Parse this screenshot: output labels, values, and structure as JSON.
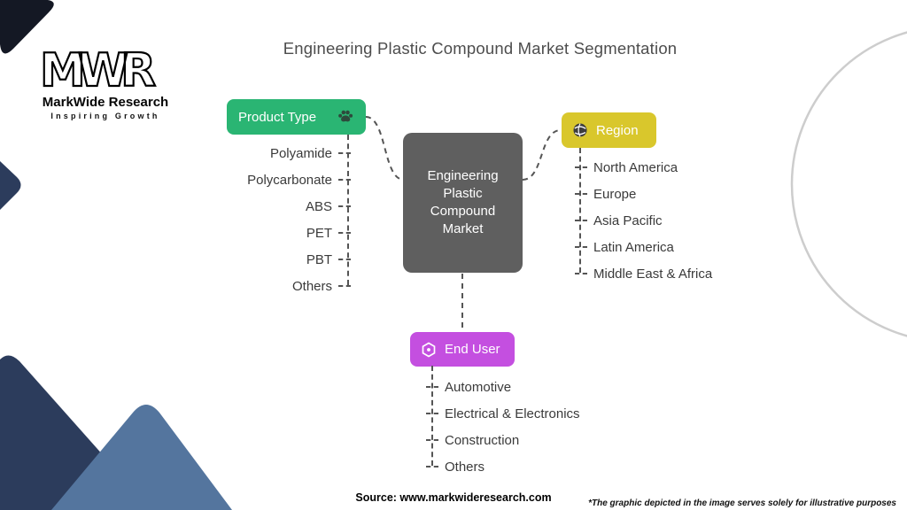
{
  "title": "Engineering Plastic Compound Market Segmentation",
  "logo": {
    "monogram": "MWR",
    "name": "MarkWide Research",
    "tagline": "Inspiring Growth"
  },
  "center_node": {
    "label": "Engineering Plastic Compound Market",
    "color": "#5f5f5f"
  },
  "branches": {
    "product_type": {
      "label": "Product Type",
      "color": "#2ab573",
      "icon": "paw-icon",
      "items": [
        "Polyamide",
        "Polycarbonate",
        "ABS",
        "PET",
        "PBT",
        "Others"
      ]
    },
    "region": {
      "label": "Region",
      "color": "#d9c72c",
      "icon": "globe-icon",
      "items": [
        "North America",
        "Europe",
        "Asia Pacific",
        "Latin America",
        "Middle East & Africa"
      ]
    },
    "end_user": {
      "label": "End User",
      "color": "#c44fe0",
      "icon": "hexagon-icon",
      "items": [
        "Automotive",
        "Electrical & Electronics",
        "Construction",
        "Others"
      ]
    }
  },
  "connector_color": "#555555",
  "footer": {
    "source": "Source: www.markwideresearch.com",
    "disclaimer": "*The graphic depicted in the image serves solely for illustrative purposes"
  }
}
